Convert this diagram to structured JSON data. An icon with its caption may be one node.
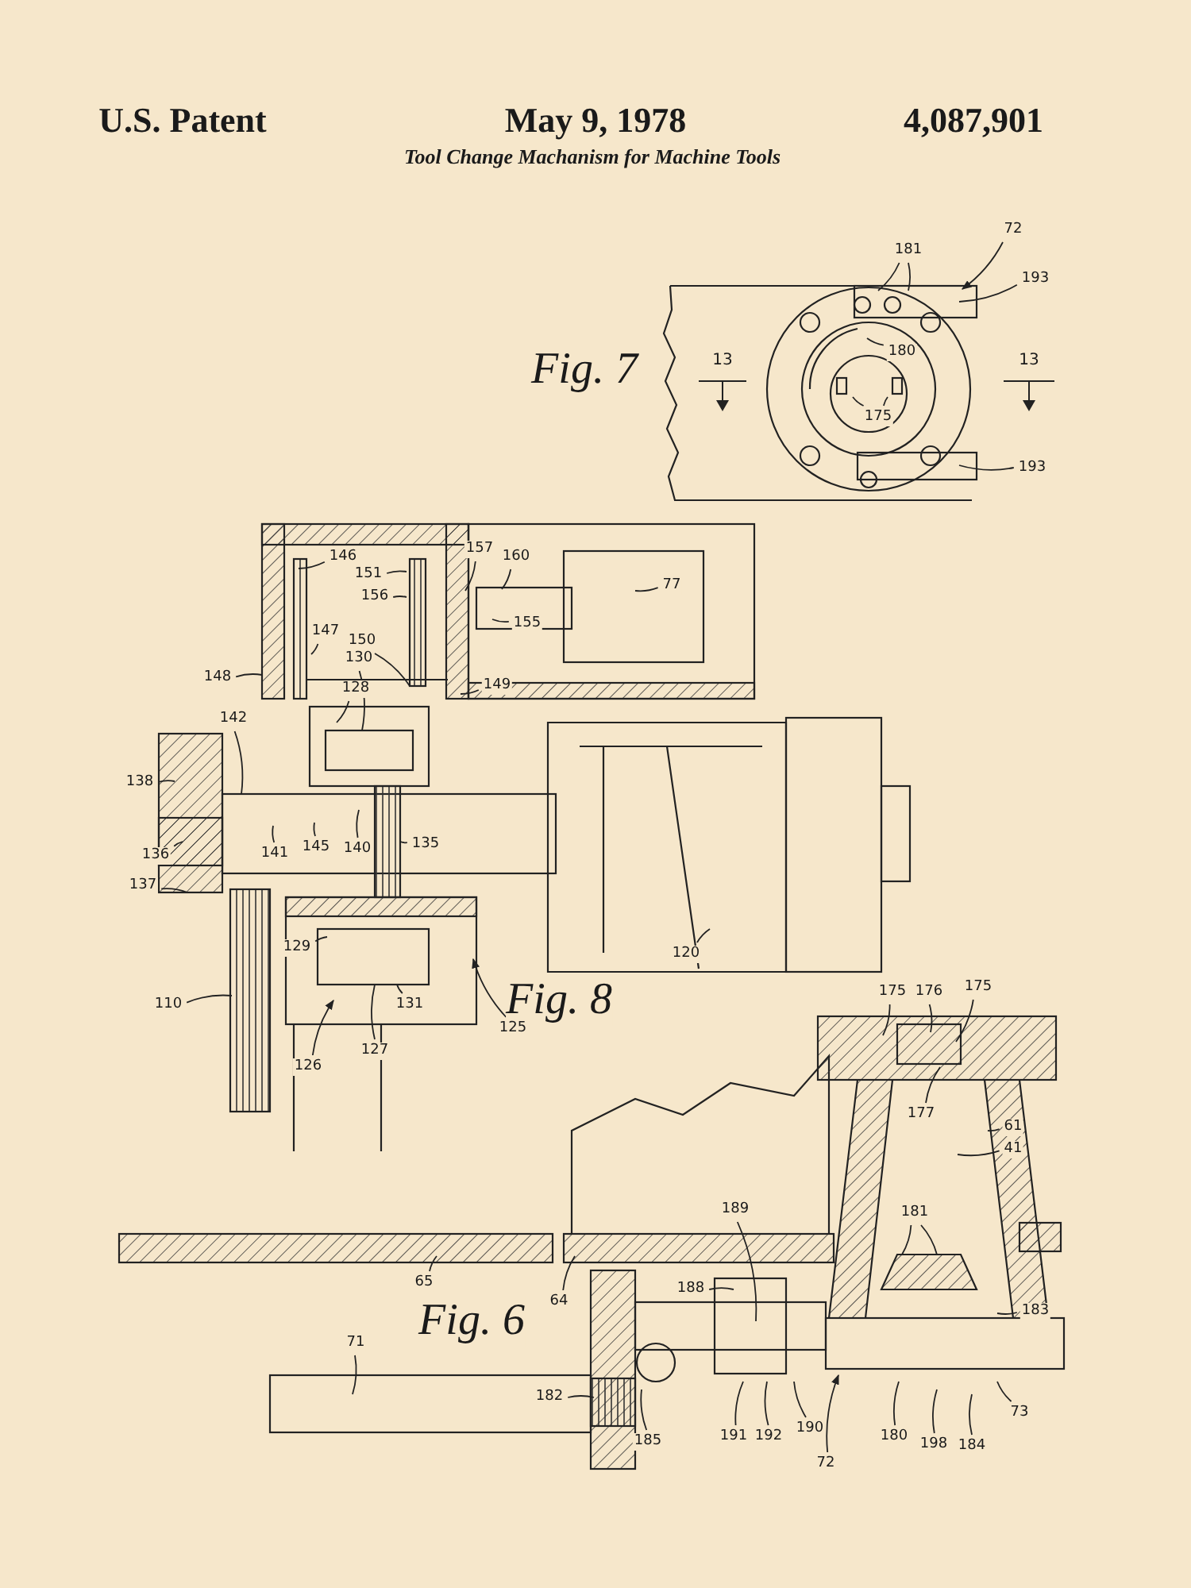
{
  "diagram": {
    "title": "Tool Change Machanism for Machine Tools",
    "nodes": [
      {
        "text": [
          "72"
        ]
      },
      {
        "text": [
          "181"
        ]
      },
      {
        "text": [
          "193"
        ]
      },
      {
        "text": [
          "180"
        ]
      },
      {
        "text": [
          "175"
        ]
      },
      {
        "text": [
          "193"
        ]
      },
      {
        "text": [
          "146"
        ]
      },
      {
        "text": [
          "151"
        ]
      },
      {
        "text": [
          "157"
        ]
      },
      {
        "text": [
          "160"
        ]
      },
      {
        "text": [
          "156"
        ]
      },
      {
        "text": [
          "155"
        ]
      },
      {
        "text": [
          "77"
        ]
      },
      {
        "text": [
          "147"
        ]
      },
      {
        "text": [
          "150"
        ]
      },
      {
        "text": [
          "130"
        ]
      },
      {
        "text": [
          "128"
        ]
      },
      {
        "text": [
          "148"
        ]
      },
      {
        "text": [
          "149"
        ]
      },
      {
        "text": [
          "142"
        ]
      },
      {
        "text": [
          "138"
        ]
      },
      {
        "text": [
          "136"
        ]
      },
      {
        "text": [
          "137"
        ]
      },
      {
        "text": [
          "141"
        ]
      },
      {
        "text": [
          "145"
        ]
      },
      {
        "text": [
          "140"
        ]
      },
      {
        "text": [
          "135"
        ]
      },
      {
        "text": [
          "129"
        ]
      },
      {
        "text": [
          "131"
        ]
      },
      {
        "text": [
          "127"
        ]
      },
      {
        "text": [
          "126"
        ]
      },
      {
        "text": [
          "110"
        ]
      },
      {
        "text": [
          "125"
        ]
      },
      {
        "text": [
          "120"
        ]
      },
      {
        "text": [
          "175"
        ]
      },
      {
        "text": [
          "176"
        ]
      },
      {
        "text": [
          "175"
        ]
      },
      {
        "text": [
          "177"
        ]
      },
      {
        "text": [
          "61"
        ]
      },
      {
        "text": [
          "41"
        ]
      },
      {
        "text": [
          "181"
        ]
      },
      {
        "text": [
          "189"
        ]
      },
      {
        "text": [
          "188"
        ]
      },
      {
        "text": [
          "183"
        ]
      },
      {
        "text": [
          "65"
        ]
      },
      {
        "text": [
          "64"
        ]
      },
      {
        "text": [
          "71"
        ]
      },
      {
        "text": [
          "182"
        ]
      },
      {
        "text": [
          "185"
        ]
      },
      {
        "text": [
          "191"
        ]
      },
      {
        "text": [
          "192"
        ]
      },
      {
        "text": [
          "190"
        ]
      },
      {
        "text": [
          "72"
        ]
      },
      {
        "text": [
          "180"
        ]
      },
      {
        "text": [
          "198"
        ]
      },
      {
        "text": [
          "184"
        ]
      },
      {
        "text": [
          "73"
        ]
      }
    ],
    "edges": [
      {
        "from": 0,
        "to": null,
        "arrow": "to"
      },
      {
        "from": 1,
        "to": null,
        "arrow": "none"
      },
      {
        "from": 1,
        "to": null,
        "arrow": "none"
      },
      {
        "from": 2,
        "to": null,
        "arrow": "none"
      },
      {
        "from": 3,
        "to": null,
        "arrow": "none"
      },
      {
        "from": 4,
        "to": null,
        "arrow": "none"
      },
      {
        "from": 4,
        "to": null,
        "arrow": "none"
      },
      {
        "from": 5,
        "to": null,
        "arrow": "none"
      },
      {
        "from": 6,
        "to": null,
        "arrow": "none"
      },
      {
        "from": 7,
        "to": null,
        "arrow": "none"
      },
      {
        "from": 8,
        "to": null,
        "arrow": "none"
      },
      {
        "from": 9,
        "to": null,
        "arrow": "none"
      },
      {
        "from": 10,
        "to": null,
        "arrow": "none"
      },
      {
        "from": 11,
        "to": null,
        "arrow": "none"
      },
      {
        "from": 12,
        "to": null,
        "arrow": "none"
      },
      {
        "from": 13,
        "to": null,
        "arrow": "none"
      },
      {
        "from": 14,
        "to": null,
        "arrow": "none"
      },
      {
        "from": 15,
        "to": null,
        "arrow": "none"
      },
      {
        "from": 16,
        "to": null,
        "arrow": "none"
      },
      {
        "from": 17,
        "to": null,
        "arrow": "none"
      },
      {
        "from": 18,
        "to": null,
        "arrow": "none"
      },
      {
        "from": 19,
        "to": null,
        "arrow": "none"
      },
      {
        "from": 20,
        "to": null,
        "arrow": "none"
      },
      {
        "from": 21,
        "to": null,
        "arrow": "none"
      },
      {
        "from": 22,
        "to": null,
        "arrow": "none"
      },
      {
        "from": 23,
        "to": null,
        "arrow": "none"
      },
      {
        "from": 24,
        "to": null,
        "arrow": "none"
      },
      {
        "from": 25,
        "to": null,
        "arrow": "none"
      },
      {
        "from": 26,
        "to": null,
        "arrow": "none"
      },
      {
        "from": 27,
        "to": null,
        "arrow": "none"
      },
      {
        "from": 28,
        "to": null,
        "arrow": "none"
      },
      {
        "from": 29,
        "to": null,
        "arrow": "none"
      },
      {
        "from": 30,
        "to": null,
        "arrow": "to"
      },
      {
        "from": 31,
        "to": null,
        "arrow": "none"
      },
      {
        "from": 32,
        "to": null,
        "arrow": "to"
      },
      {
        "from": 33,
        "to": null,
        "arrow": "none"
      },
      {
        "from": 34,
        "to": null,
        "arrow": "none"
      },
      {
        "from": 35,
        "to": null,
        "arrow": "none"
      },
      {
        "from": 36,
        "to": null,
        "arrow": "none"
      },
      {
        "from": 37,
        "to": null,
        "arrow": "none"
      },
      {
        "from": 38,
        "to": null,
        "arrow": "none"
      },
      {
        "from": 39,
        "to": null,
        "arrow": "none"
      },
      {
        "from": 40,
        "to": null,
        "arrow": "none"
      },
      {
        "from": 40,
        "to": null,
        "arrow": "none"
      },
      {
        "from": 41,
        "to": null,
        "arrow": "none"
      },
      {
        "from": 42,
        "to": null,
        "arrow": "none"
      },
      {
        "from": 43,
        "to": null,
        "arrow": "none"
      },
      {
        "from": 44,
        "to": null,
        "arrow": "none"
      },
      {
        "from": 45,
        "to": null,
        "arrow": "none"
      },
      {
        "from": 46,
        "to": null,
        "arrow": "none"
      },
      {
        "from": 47,
        "to": null,
        "arrow": "none"
      },
      {
        "from": 48,
        "to": null,
        "arrow": "none"
      },
      {
        "from": 49,
        "to": null,
        "arrow": "none"
      },
      {
        "from": 50,
        "to": null,
        "arrow": "none"
      },
      {
        "from": 51,
        "to": null,
        "arrow": "none"
      },
      {
        "from": 52,
        "to": null,
        "arrow": "to"
      },
      {
        "from": 53,
        "to": null,
        "arrow": "none"
      },
      {
        "from": 54,
        "to": null,
        "arrow": "none"
      },
      {
        "from": 55,
        "to": null,
        "arrow": "none"
      },
      {
        "from": 56,
        "to": null,
        "arrow": "none"
      }
    ],
    "labels": [
      "U.S. Patent",
      "May 9, 1978",
      "4,087,901",
      "Fig. 7",
      "13",
      "13",
      "Fig. 8",
      "Fig. 6"
    ]
  }
}
